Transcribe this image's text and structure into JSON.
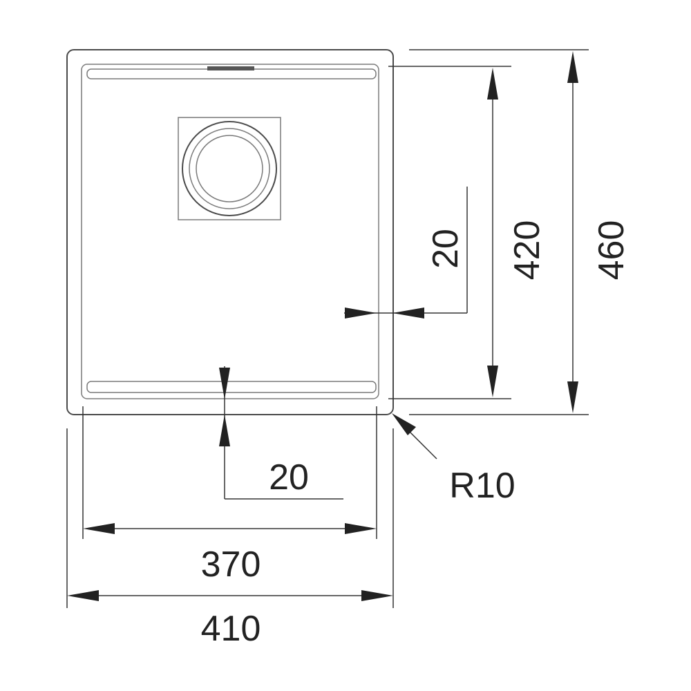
{
  "dimensions": {
    "inner_width": "370",
    "outer_width": "410",
    "inner_height": "420",
    "outer_height": "460",
    "side_margin": "20",
    "bottom_margin": "20",
    "corner_radius": "R10"
  },
  "colors": {
    "line": "#4a4a4a",
    "text": "#222222",
    "background": "#ffffff"
  }
}
